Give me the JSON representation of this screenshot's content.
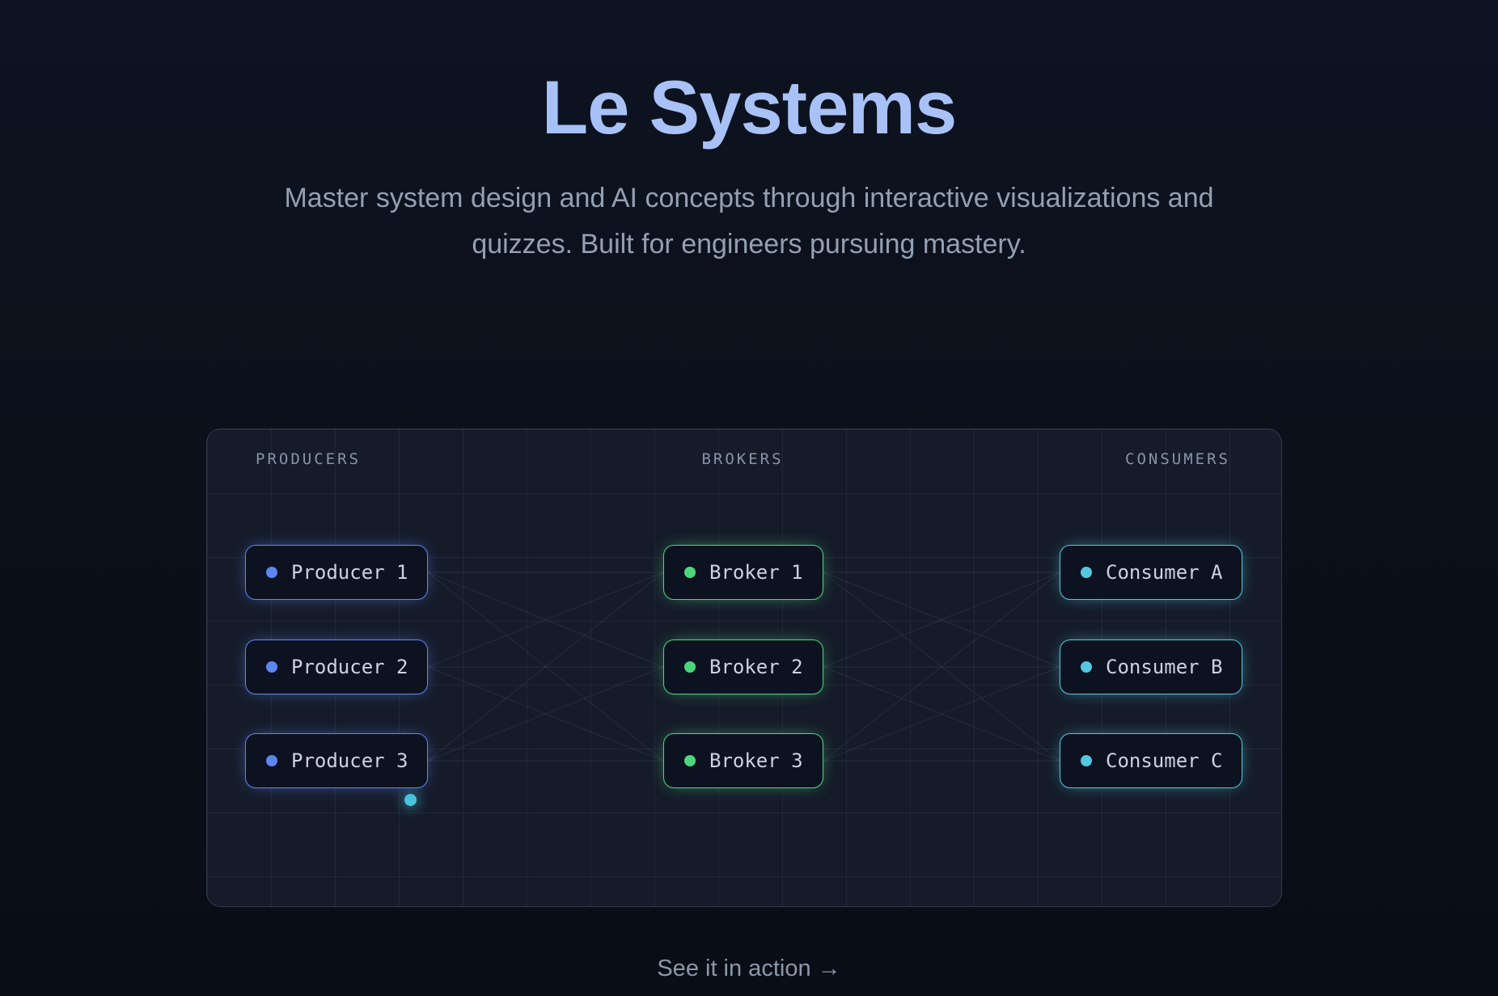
{
  "hero": {
    "title": "Le Systems",
    "subtitle_line1": "Master system design and AI concepts through interactive visualizations and",
    "subtitle_line2": "quizzes. Built for engineers pursuing mastery."
  },
  "diagram": {
    "columns": [
      {
        "id": "producers",
        "header": "PRODUCERS",
        "accent": "#5e86f2",
        "nodes": [
          {
            "label": "Producer 1"
          },
          {
            "label": "Producer 2"
          },
          {
            "label": "Producer 3"
          }
        ]
      },
      {
        "id": "brokers",
        "header": "BROKERS",
        "accent": "#4cd67c",
        "nodes": [
          {
            "label": "Broker 1"
          },
          {
            "label": "Broker 2"
          },
          {
            "label": "Broker 3"
          }
        ]
      },
      {
        "id": "consumers",
        "header": "CONSUMERS",
        "accent": "#53c8df",
        "nodes": [
          {
            "label": "Consumer A"
          },
          {
            "label": "Consumer B"
          },
          {
            "label": "Consumer C"
          }
        ]
      }
    ],
    "edges": [
      {
        "from": "Producer 1",
        "to": "Broker 1"
      },
      {
        "from": "Producer 1",
        "to": "Broker 2"
      },
      {
        "from": "Producer 1",
        "to": "Broker 3"
      },
      {
        "from": "Producer 2",
        "to": "Broker 1"
      },
      {
        "from": "Producer 2",
        "to": "Broker 2"
      },
      {
        "from": "Producer 2",
        "to": "Broker 3"
      },
      {
        "from": "Producer 3",
        "to": "Broker 1"
      },
      {
        "from": "Producer 3",
        "to": "Broker 2"
      },
      {
        "from": "Producer 3",
        "to": "Broker 3"
      },
      {
        "from": "Broker 1",
        "to": "Consumer A"
      },
      {
        "from": "Broker 1",
        "to": "Consumer B"
      },
      {
        "from": "Broker 1",
        "to": "Consumer C"
      },
      {
        "from": "Broker 2",
        "to": "Consumer A"
      },
      {
        "from": "Broker 2",
        "to": "Consumer B"
      },
      {
        "from": "Broker 2",
        "to": "Consumer C"
      },
      {
        "from": "Broker 3",
        "to": "Consumer A"
      },
      {
        "from": "Broker 3",
        "to": "Consumer B"
      },
      {
        "from": "Broker 3",
        "to": "Consumer C"
      }
    ],
    "edge_color": "rgba(148,163,184,0.13)",
    "packet": {
      "color": "#4ac3de"
    }
  },
  "footer": {
    "cta_label": "See it in action →"
  }
}
